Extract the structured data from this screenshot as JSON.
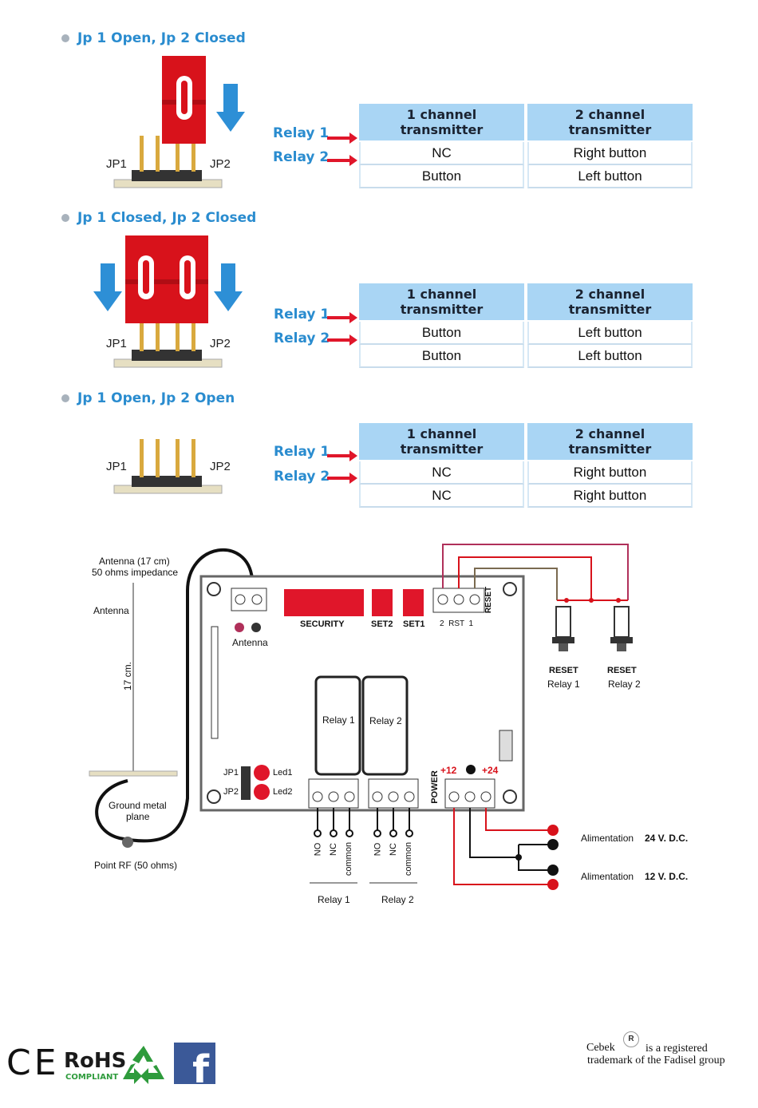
{
  "sections": [
    {
      "title": "Jp 1 Open, Jp 2 Closed",
      "relays": [
        "Relay 1",
        "Relay 2"
      ],
      "headers": [
        "1 channel transmitter",
        "2 channel transmitter"
      ],
      "rows": [
        [
          "NC",
          "Right button"
        ],
        [
          "Button",
          "Left button"
        ]
      ]
    },
    {
      "title": "Jp 1 Closed, Jp 2 Closed",
      "relays": [
        "Relay 1",
        "Relay 2"
      ],
      "headers": [
        "1 channel transmitter",
        "2 channel transmitter"
      ],
      "rows": [
        [
          "Button",
          "Left button"
        ],
        [
          "Button",
          "Left button"
        ]
      ]
    },
    {
      "title": "Jp 1 Open, Jp 2 Open",
      "relays": [
        "Relay 1",
        "Relay 2"
      ],
      "headers": [
        "1 channel transmitter",
        "2 channel transmitter"
      ],
      "rows": [
        [
          "NC",
          "Right button"
        ],
        [
          "NC",
          "Right button"
        ]
      ]
    }
  ],
  "jumper_labels": {
    "jp1": "JP1",
    "jp2": "JP2"
  },
  "diagram": {
    "antenna_spec_1": "Antenna (17 cm)",
    "antenna_spec_2": "50 ohms impedance",
    "antenna": "Antenna",
    "length": "17 cm.",
    "ground_1": "Ground metal",
    "ground_2": "plane",
    "point_rf": "Point RF (50 ohms)",
    "board_antenna": "Antenna",
    "security": "SECURITY",
    "set2": "SET2",
    "set1": "SET1",
    "rst_labels": "2  RST  1",
    "reset": "RESET",
    "relay1": "Relay 1",
    "relay2": "Relay 2",
    "jp1": "JP1",
    "jp2": "JP2",
    "led1": "Led1",
    "led2": "Led2",
    "power": "POWER",
    "plus12": "+12",
    "plus24": "+24",
    "no": "NO",
    "nc": "NC",
    "common": "common",
    "out_relay1": "Relay 1",
    "out_relay2": "Relay 2",
    "reset_btn": "RESET",
    "reset_relay1": "Relay 1",
    "reset_relay2": "Relay 2",
    "alim1_label": "Alimentation",
    "alim1_value": "24 V. D.C.",
    "alim2_label": "Alimentation",
    "alim2_value": "12 V. D.C."
  },
  "footer": {
    "ce": "CE",
    "rohs": "RoHS",
    "rohs_sub": "COMPLIANT",
    "facebook": "f",
    "cebek": "Cebek",
    "registered": "R",
    "trademark_1": "is a registered",
    "trademark_2": "trademark of the Fadisel group"
  },
  "colors": {
    "accent": "#2a8ccf",
    "jumper": "#d8121b",
    "arrow": "#e0162a",
    "header_bg": "#a9d5f4"
  }
}
